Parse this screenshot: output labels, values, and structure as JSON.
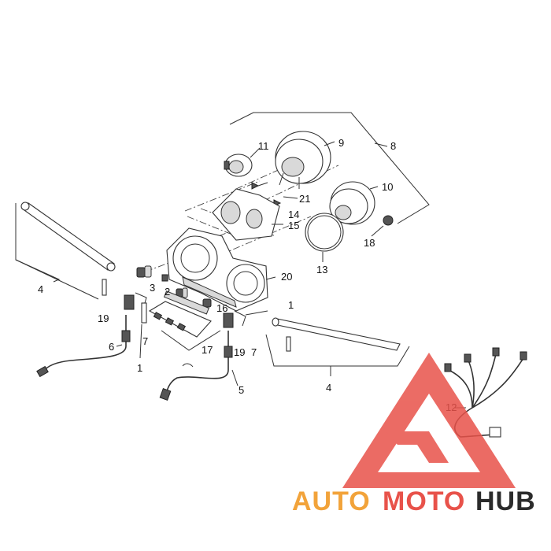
{
  "labels": {
    "l1a": "1",
    "l1b": "1",
    "l2": "2",
    "l3": "3",
    "l4a": "4",
    "l4b": "4",
    "l5": "5",
    "l6": "6",
    "l7a": "7",
    "l7b": "7",
    "l8": "8",
    "l9": "9",
    "l10": "10",
    "l11": "11",
    "l12": "12",
    "l13": "13",
    "l14": "14",
    "l15": "15",
    "l16": "16",
    "l17": "17",
    "l18": "18",
    "l19a": "19",
    "l19b": "19",
    "l20": "20",
    "l21": "21"
  },
  "watermark": {
    "part1": "AUTO",
    "part2": "MOTO",
    "part3": "HUB",
    "color_red": "#e8524a",
    "color_orange": "#f2a33a",
    "color_dark": "#2b2b2b"
  }
}
